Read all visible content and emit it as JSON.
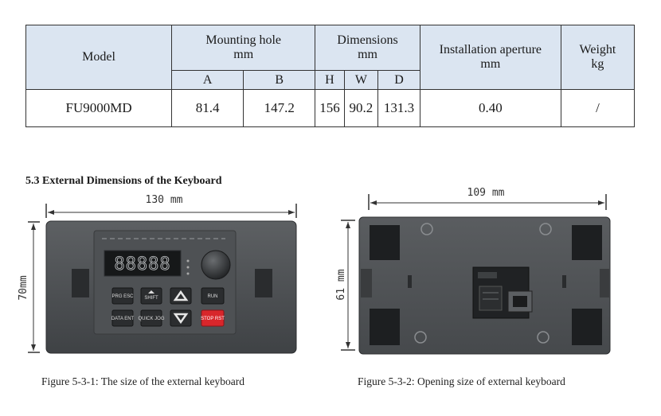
{
  "table": {
    "headers": {
      "model": "Model",
      "mounting_hole": "Mounting hole",
      "mounting_hole_unit": "mm",
      "dimensions": "Dimensions",
      "dimensions_unit": "mm",
      "installation_aperture": "Installation aperture",
      "installation_aperture_unit": "mm",
      "weight": "Weight",
      "weight_unit": "kg",
      "a": "A",
      "b": "B",
      "h": "H",
      "w": "W",
      "d": "D"
    },
    "rows": [
      {
        "model": "FU9000MD",
        "a": "81.4",
        "b": "147.2",
        "h": "156",
        "w": "90.2",
        "d": "131.3",
        "aperture": "0.40",
        "weight": "/"
      }
    ]
  },
  "section": {
    "title": "5.3 External Dimensions of the Keyboard"
  },
  "figure1": {
    "width_label": "130 mm",
    "height_label": "70mm",
    "display_value": "88888",
    "keys": {
      "prg_esc": "PRG ESC",
      "shift": "SHIFT",
      "run": "RUN",
      "data_ent": "DATA ENT",
      "quick_jog": "QUICK JOG",
      "stop_rst": "STOP RST"
    },
    "caption": "Figure 5-3-1: The size of the external keyboard"
  },
  "figure2": {
    "width_label": "109 mm",
    "height_label": "61 mm",
    "caption": "Figure 5-3-2: Opening size of external keyboard"
  }
}
